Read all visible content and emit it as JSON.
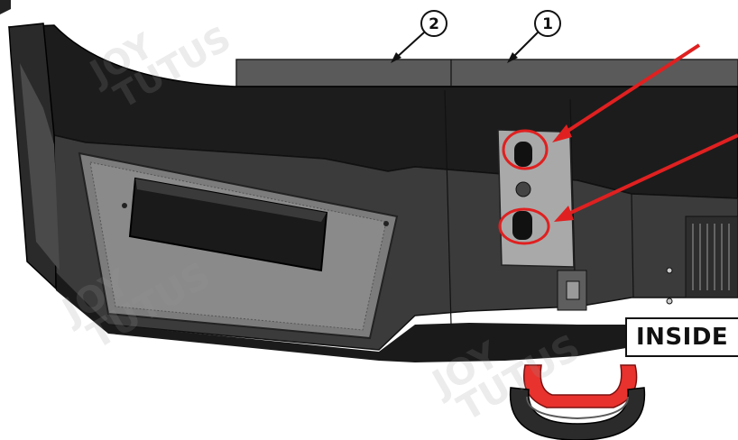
{
  "callouts": [
    {
      "id": "callout-1",
      "number": "1"
    },
    {
      "id": "callout-2",
      "number": "2"
    }
  ],
  "side_label": "INSIDE",
  "watermark": {
    "line1": "JOY",
    "line2": "TUTUS"
  },
  "colors": {
    "steel_dark": "#1a1a1a",
    "steel_mid": "#4d4d4d",
    "steel_light": "#8c8c8c",
    "bracket": "#a9a9a9",
    "highlight_red": "#e02020",
    "shackle_red": "#e8322d",
    "shackle_band": "#2b2b2b"
  }
}
